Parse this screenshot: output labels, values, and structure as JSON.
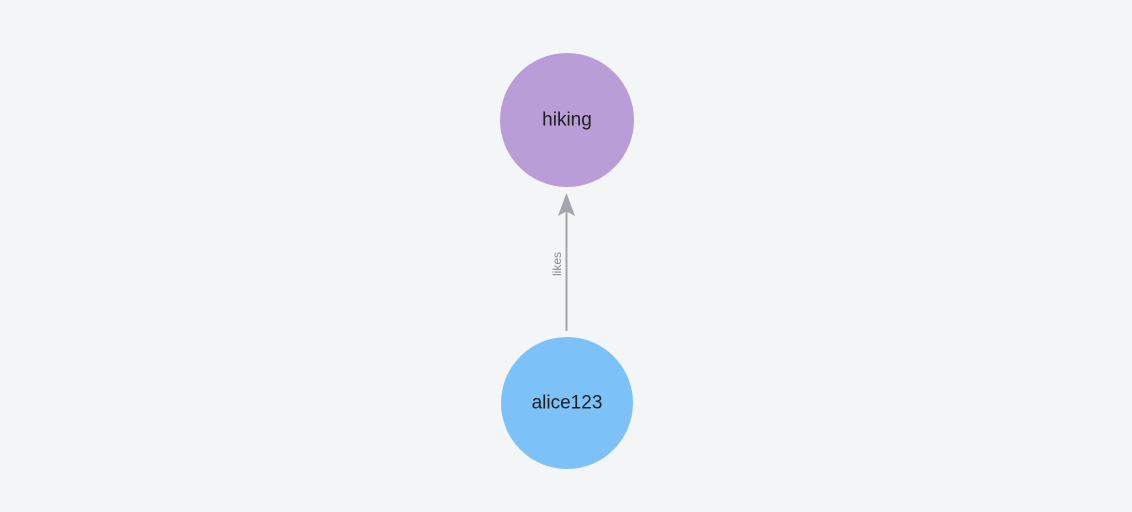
{
  "canvas": {
    "background_color": "#f4f5f6"
  },
  "graph": {
    "nodes": [
      {
        "id": "hiking",
        "label": "hiking",
        "fill_color": "#b89dd6",
        "label_color": "#212121"
      },
      {
        "id": "alice123",
        "label": "alice123",
        "fill_color": "#7cc1f8",
        "label_color": "#212121"
      }
    ],
    "edges": [
      {
        "from": "alice123",
        "to": "hiking",
        "label": "likes",
        "line_color": "#a5a5ae",
        "label_color": "#8b8b8b",
        "direction": "upward-arrow"
      }
    ]
  }
}
